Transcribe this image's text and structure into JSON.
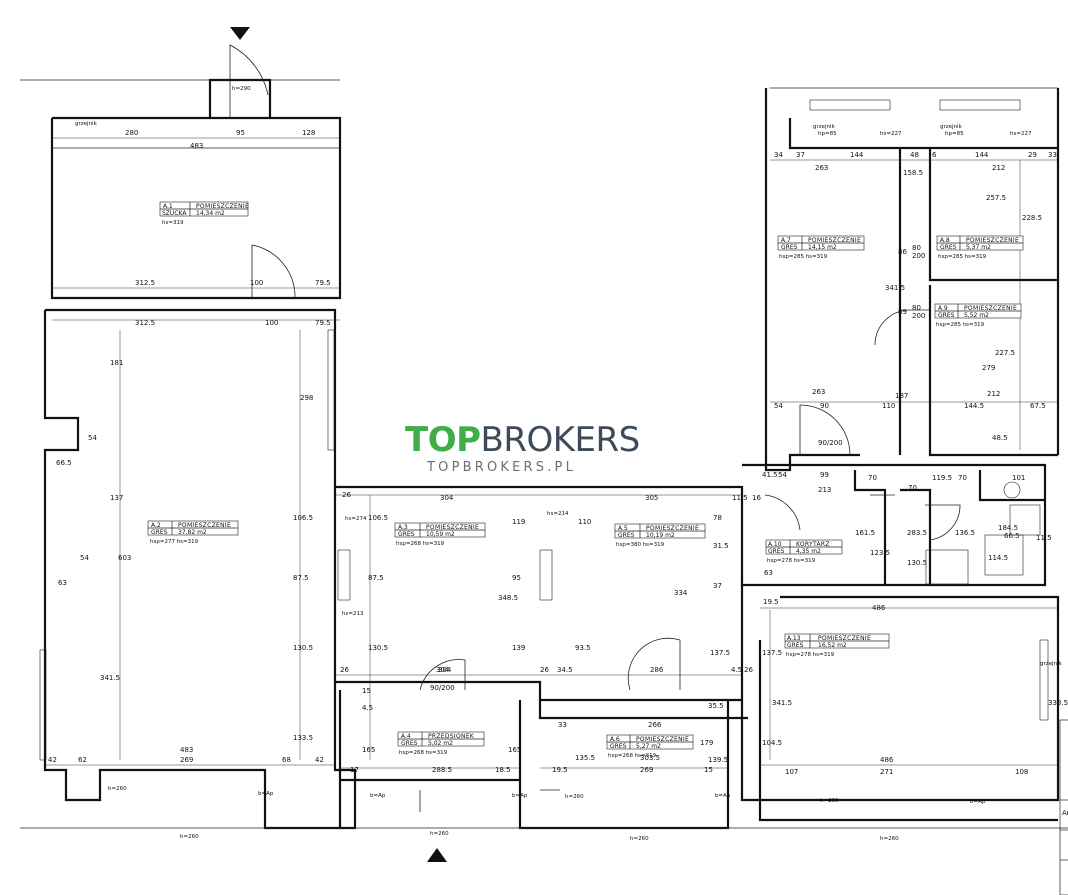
{
  "logo": {
    "brand_part1": "TOP",
    "brand_part2": "BROKERS",
    "website": "TOPBROKERS.PL",
    "colors": {
      "green": "#3fae49",
      "dark": "#3d4a58",
      "gray": "#6a6f75"
    }
  },
  "rooms": [
    {
      "id": "A.1",
      "title": "POMIESZCZENIE",
      "floor": "SZUCKA",
      "area": "14,34 m2",
      "height": "hs=319"
    },
    {
      "id": "A.2",
      "title": "POMIESZCZENIE",
      "floor": "GRES",
      "area": "37,82 m2",
      "height": "hsp=277   hs=319"
    },
    {
      "id": "A.3",
      "title": "POMIESZCZENIE",
      "floor": "GRES",
      "area": "10,59 m2",
      "height": "hsp=268   hs=319"
    },
    {
      "id": "A.5",
      "title": "POMIESZCZENIE",
      "floor": "GRES",
      "area": "10,19 m2",
      "height": "hsp=380   hs=319"
    },
    {
      "id": "A.4",
      "title": "PRZEDSIONEK",
      "floor": "GRES",
      "area": "5,02 m2",
      "height": "hsp=268   hs=319"
    },
    {
      "id": "A.6",
      "title": "POMIESZCZENIE",
      "floor": "GRES",
      "area": "5,27 m2",
      "height": "hsp=268   hs=319"
    },
    {
      "id": "A.7",
      "title": "POMIESZCZENIE",
      "floor": "GRES",
      "area": "14,15 m2",
      "height": "hsp=285   hs=319"
    },
    {
      "id": "A.8",
      "title": "POMIESZCZENIE",
      "floor": "GRES",
      "area": "5,37 m2",
      "height": "hsp=285   hs=319"
    },
    {
      "id": "A.9",
      "title": "POMIESZCZENIE",
      "floor": "GRES",
      "area": "5,52 m2",
      "height": "hsp=285   hs=319"
    },
    {
      "id": "A.10",
      "title": "KORYTARZ",
      "floor": "GRES",
      "area": "4,35 m2",
      "height": "hsp=278   hs=319"
    },
    {
      "id": "A.13",
      "title": "POMIESZCZENIE",
      "floor": "GRES",
      "area": "16,52 m2",
      "height": "hsp=278   hs=319"
    }
  ],
  "dimensions": {
    "top_left": [
      "280",
      "95",
      "128",
      "483"
    ],
    "a1_bottom": [
      "312.5",
      "100",
      "79.5"
    ],
    "a2_top": [
      "312.5",
      "100",
      "79.5"
    ],
    "a2_bottom": [
      "42",
      "62",
      "269",
      "68",
      "42",
      "483"
    ],
    "a2_left": [
      "66.5",
      "54",
      "63",
      "54",
      "137",
      "181",
      "341.5",
      "603"
    ],
    "a2_inner": [
      "298",
      "106.5",
      "87.5",
      "130.5",
      "133.5"
    ],
    "middle_top": [
      "26",
      "304",
      "305",
      "11.5",
      "16"
    ],
    "middle_bottom": [
      "26",
      "304",
      "26",
      "34.5",
      "286",
      "4.5",
      "26"
    ],
    "middle_inner": [
      "106.5",
      "87.5",
      "130.5",
      "119",
      "95",
      "348.5",
      "139",
      "110",
      "334",
      "78",
      "31.5",
      "37",
      "137.5",
      "93.5"
    ],
    "a4": [
      "304",
      "17",
      "288.5",
      "18.5",
      "165",
      "165",
      "4.5",
      "15"
    ],
    "a6": [
      "266",
      "33",
      "19.5",
      "269",
      "303.5",
      "15",
      "135.5",
      "179",
      "139.5",
      "35.5"
    ],
    "right_top": [
      "34",
      "37",
      "144",
      "48",
      "6",
      "144",
      "29",
      "33",
      "263",
      "212",
      "158.5",
      "257.5",
      "228.5",
      "80",
      "200",
      "80",
      "200",
      "86",
      "341.5",
      "89",
      "227.5",
      "279",
      "263",
      "187",
      "212",
      "54",
      "90",
      "110",
      "144.5",
      "67.5",
      "48.5"
    ],
    "right_corridor": [
      "41.5",
      "54",
      "99",
      "213",
      "70",
      "70",
      "119.5",
      "101",
      "70",
      "136.5",
      "130.5",
      "161.5",
      "123.5",
      "283.5",
      "184.5",
      "114.5",
      "66.5",
      "11.5",
      "63",
      "19.5"
    ],
    "a13": [
      "486",
      "137.5",
      "341.5",
      "338.5",
      "104.5",
      "486",
      "107",
      "271",
      "108"
    ],
    "misc": [
      "grzejnik",
      "hp=85",
      "hs=227",
      "hp=85",
      "hs=227",
      "grzejnik",
      "grzejnik",
      "grzejnik",
      "hs=274",
      "hs=214",
      "hs=213",
      "h=260",
      "h=260",
      "h=260",
      "h=260",
      "h=260",
      "h=260",
      "h=260",
      "h=290",
      "b=Ap",
      "b=Ap",
      "b=Ap",
      "b=Ap",
      "b=Ap"
    ]
  },
  "labels": {
    "door_top": "90/200",
    "door_bottom": "90/200",
    "corner_right": "Ar"
  }
}
